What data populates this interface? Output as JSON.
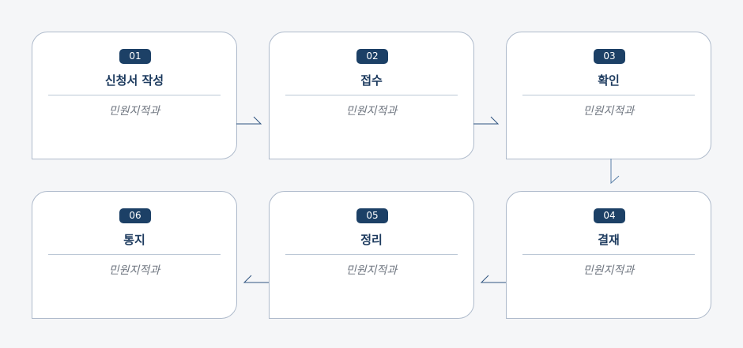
{
  "accent_color": "#1c4066",
  "steps": [
    {
      "number": "01",
      "title": "신청서 작성",
      "dept": "민원지적과"
    },
    {
      "number": "02",
      "title": "접수",
      "dept": "민원지적과"
    },
    {
      "number": "03",
      "title": "확인",
      "dept": "민원지적과"
    },
    {
      "number": "04",
      "title": "결재",
      "dept": "민원지적과"
    },
    {
      "number": "05",
      "title": "정리",
      "dept": "민원지적과"
    },
    {
      "number": "06",
      "title": "통지",
      "dept": "민원지적과"
    }
  ]
}
